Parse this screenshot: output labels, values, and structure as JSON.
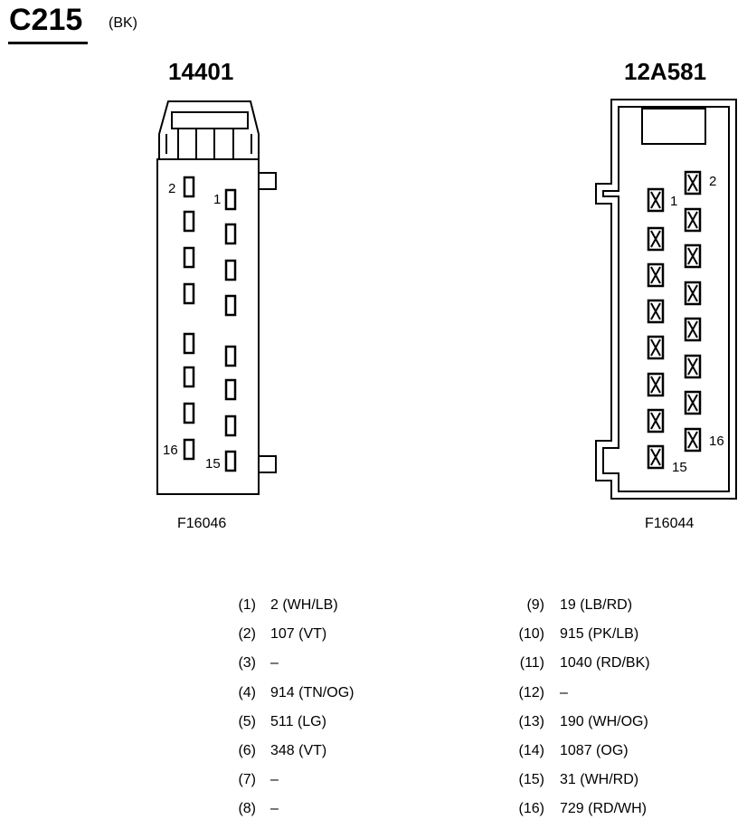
{
  "header": {
    "connector_id": "C215",
    "color_code": "(BK)"
  },
  "left_connector": {
    "part_number": "14401",
    "figure_id": "F16046",
    "pin_labels": {
      "p1": "1",
      "p2": "2",
      "p15": "15",
      "p16": "16"
    }
  },
  "right_connector": {
    "part_number": "12A581",
    "figure_id": "F16044",
    "pin_labels": {
      "p1": "1",
      "p2": "2",
      "p15": "15",
      "p16": "16"
    }
  },
  "pinout": [
    {
      "pin": "(1)",
      "wire": "2 (WH/LB)"
    },
    {
      "pin": "(2)",
      "wire": "107 (VT)"
    },
    {
      "pin": "(3)",
      "wire": "–"
    },
    {
      "pin": "(4)",
      "wire": "914 (TN/OG)"
    },
    {
      "pin": "(5)",
      "wire": "511 (LG)"
    },
    {
      "pin": "(6)",
      "wire": "348 (VT)"
    },
    {
      "pin": "(7)",
      "wire": "–"
    },
    {
      "pin": "(8)",
      "wire": "–"
    },
    {
      "pin": "(9)",
      "wire": "19 (LB/RD)"
    },
    {
      "pin": "(10)",
      "wire": "915 (PK/LB)"
    },
    {
      "pin": "(11)",
      "wire": "1040 (RD/BK)"
    },
    {
      "pin": "(12)",
      "wire": "–"
    },
    {
      "pin": "(13)",
      "wire": "190 (WH/OG)"
    },
    {
      "pin": "(14)",
      "wire": "1087 (OG)"
    },
    {
      "pin": "(15)",
      "wire": "31 (WH/RD)"
    },
    {
      "pin": "(16)",
      "wire": "729 (RD/WH)"
    }
  ]
}
